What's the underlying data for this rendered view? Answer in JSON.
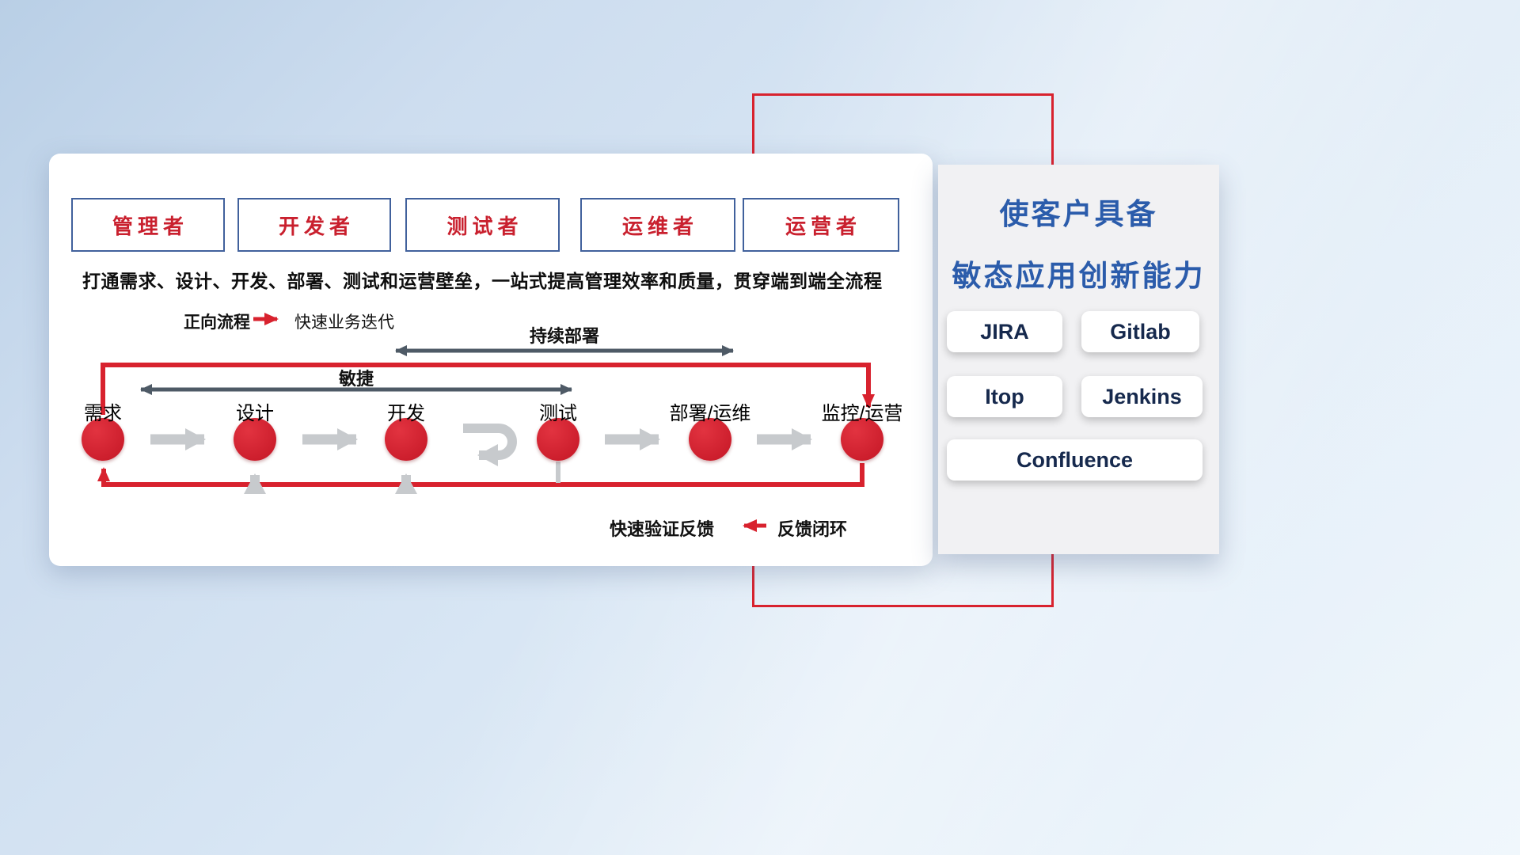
{
  "roles": [
    "管理者",
    "开发者",
    "测试者",
    "运维者",
    "运营者"
  ],
  "headline": "打通需求、设计、开发、部署、测试和运营壁垒，一站式提高管理效率和质量，贯穿端到端全流程",
  "legend_forward": {
    "label": "正向流程",
    "desc": "快速业务迭代"
  },
  "flow_arrows": {
    "continuous_deploy": "持续部署",
    "agile": "敏捷"
  },
  "stages": [
    "需求",
    "设计",
    "开发",
    "测试",
    "部署/运维",
    "监控/运营"
  ],
  "legend_feedback": {
    "label": "快速验证反馈",
    "desc": "反馈闭环"
  },
  "side_panel": {
    "title_line1": "使客户具备",
    "title_line2": "敏态应用创新能力",
    "tools": [
      "JIRA",
      "Gitlab",
      "Itop",
      "Jenkins",
      "Confluence"
    ]
  },
  "colors": {
    "accent_red": "#d8222e",
    "title_blue": "#2b5cab",
    "role_text_red": "#c9202e",
    "role_border_blue": "#41619c",
    "dark_arrow": "#4e5a66",
    "light_arrow": "#c7cacd"
  }
}
